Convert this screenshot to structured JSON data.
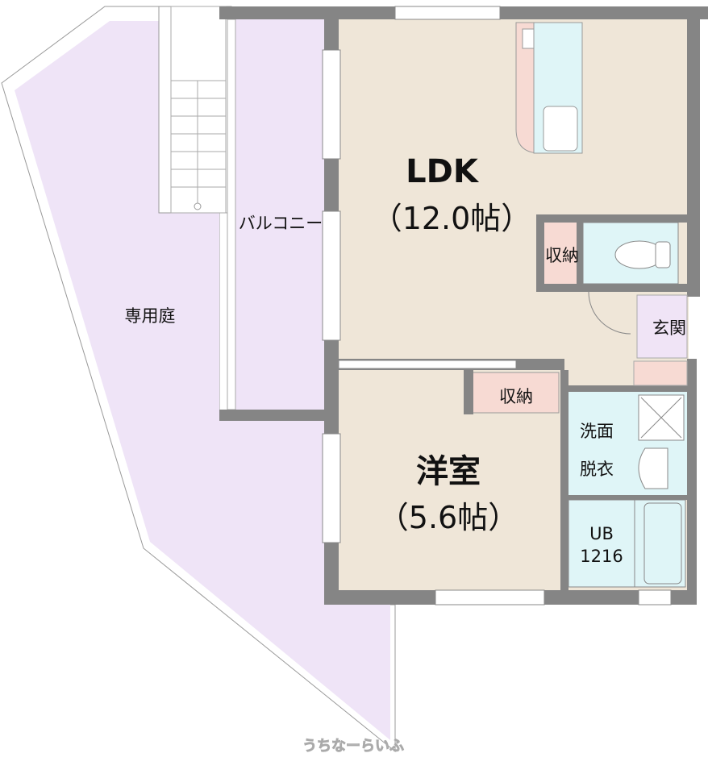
{
  "rooms": {
    "ldk_name": "LDK",
    "ldk_size": "（12.0帖）",
    "western_name": "洋室",
    "western_size": "（5.6帖）",
    "storage_ldk": "収納",
    "storage_western": "収納",
    "entrance": "玄関",
    "washroom_line1": "洗面",
    "washroom_line2": "脱衣",
    "bath_line1": "UB",
    "bath_line2": "1216",
    "balcony": "バルコニー",
    "garden": "専用庭"
  },
  "watermark": "うちなーらいふ",
  "colors": {
    "floor": "#efe6d8",
    "wall": "#858585",
    "garden": "#efe4f7",
    "storage": "#f7dad3",
    "wet": "#dff5f7",
    "entrance": "#f0e4f6"
  }
}
